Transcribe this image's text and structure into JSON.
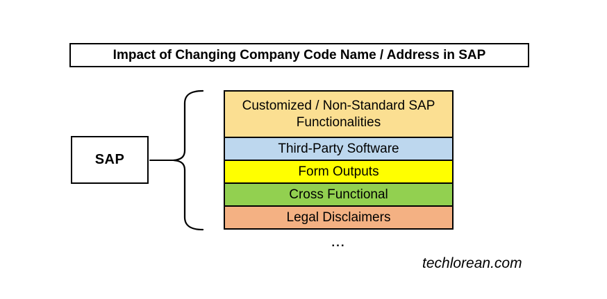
{
  "page": {
    "background": "#FFFFFF",
    "ellipsis": "...",
    "watermark": "techlorean.com"
  },
  "title": {
    "text": "Impact of Changing Company Code Name / Address in SAP"
  },
  "source_node": {
    "label": "SAP"
  },
  "diagram": {
    "line_color": "#000000",
    "items": [
      {
        "label": "Customized / Non-Standard SAP Functionalities",
        "color": "#FBDF92"
      },
      {
        "label": "Third-Party Software",
        "color": "#BDD7EE"
      },
      {
        "label": "Form Outputs",
        "color": "#FFFF00"
      },
      {
        "label": "Cross Functional",
        "color": "#92D050"
      },
      {
        "label": "Legal Disclaimers",
        "color": "#F4B183"
      }
    ]
  }
}
